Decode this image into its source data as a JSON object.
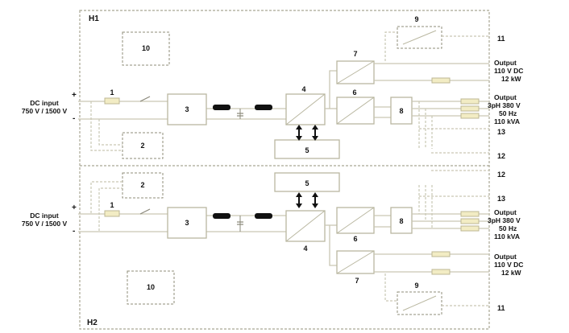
{
  "sections": [
    {
      "label": "H1"
    },
    {
      "label": "H2"
    }
  ],
  "block_numbers": {
    "n1": "1",
    "n2": "2",
    "n3": "3",
    "n4": "4",
    "n5": "5",
    "n6": "6",
    "n7": "7",
    "n8": "8",
    "n9": "9",
    "n10": "10",
    "n11": "11",
    "n12": "12",
    "n13": "13"
  },
  "signs": {
    "plus": "+",
    "minus": "-"
  },
  "inputs": {
    "line1": "DC input",
    "line2": "750 V / 1500 V"
  },
  "output_dc": {
    "line1": "Output",
    "line2": "110 V DC",
    "line3": "12 kW"
  },
  "output_ac": {
    "line1": "Output",
    "line2": "3pH 380 V",
    "line3": "50 Hz",
    "line4": "110 kVA"
  },
  "colors": {
    "wire": "#c9c7b4",
    "choke": "#111111",
    "fuse": "#f2ecc4",
    "frame": "#a9a794"
  }
}
